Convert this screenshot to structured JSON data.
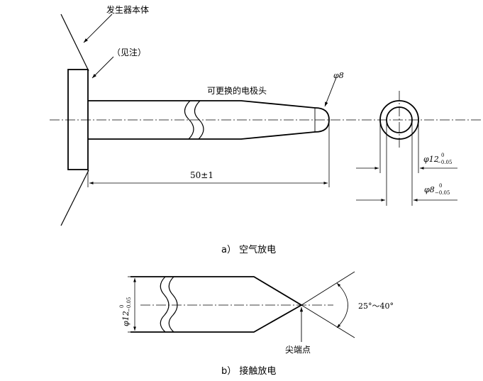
{
  "figure_a": {
    "label_generator_body": "发生器本体",
    "label_see_note": "（见注）",
    "label_electrode_tip": "可更换的电极头",
    "dim_tip_diameter": "φ8",
    "dim_length": "50±1",
    "dim_outer_diameter_main": "φ12",
    "dim_outer_diameter_tol_upper": "0",
    "dim_outer_diameter_tol_lower": "−0.05",
    "dim_inner_diameter_main": "φ8",
    "dim_inner_diameter_tol_upper": "0",
    "dim_inner_diameter_tol_lower": "−0.05",
    "caption": "a）  空气放电"
  },
  "figure_b": {
    "dim_diameter_main": "φ12",
    "dim_diameter_tol_upper": "0",
    "dim_diameter_tol_lower": "−0.05",
    "angle_label": "25°～40°",
    "label_tip_point": "尖端点",
    "caption": "b）  接触放电"
  }
}
